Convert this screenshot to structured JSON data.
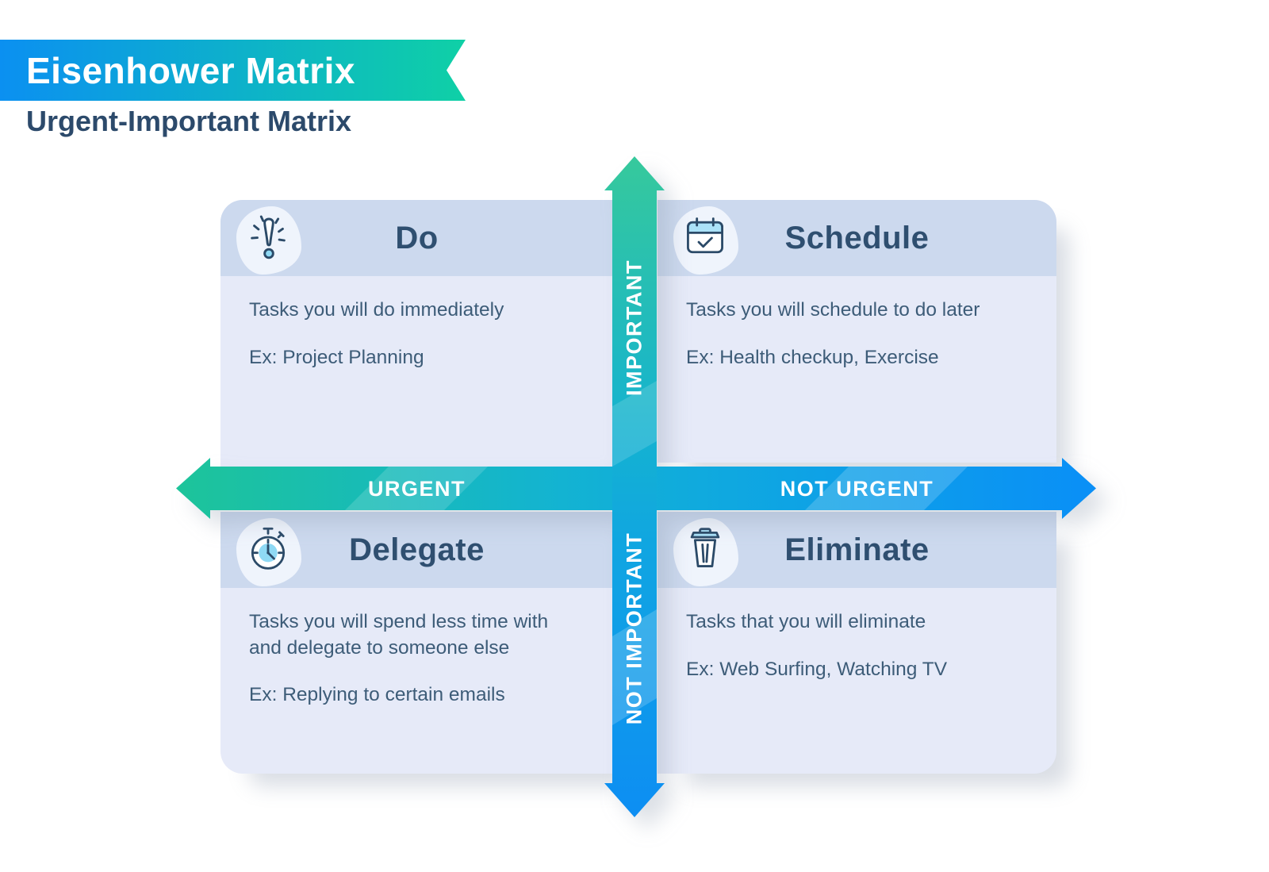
{
  "header": {
    "title": "Eisenhower Matrix",
    "subtitle": "Urgent-Important Matrix"
  },
  "axes": {
    "vertical_top": "IMPORTANT",
    "vertical_bottom": "NOT IMPORTANT",
    "horizontal_left": "URGENT",
    "horizontal_right": "NOT URGENT"
  },
  "quadrants": [
    {
      "id": "do",
      "title": "Do",
      "icon": "exclamation-icon",
      "description": "Tasks you will do immediately",
      "example": "Ex: Project Planning"
    },
    {
      "id": "schedule",
      "title": "Schedule",
      "icon": "calendar-icon",
      "description": "Tasks you will schedule to do later",
      "example": "Ex: Health checkup, Exercise"
    },
    {
      "id": "delegate",
      "title": "Delegate",
      "icon": "stopwatch-icon",
      "description": "Tasks you will spend less time with and delegate to someone else",
      "example": "Ex: Replying to certain emails"
    },
    {
      "id": "eliminate",
      "title": "Eliminate",
      "icon": "trash-icon",
      "description": "Tasks that you will eliminate",
      "example": "Ex: Web Surfing, Watching TV"
    }
  ],
  "colors": {
    "banner_gradient_start": "#0b90f1",
    "banner_gradient_end": "#0fd0a6",
    "arrow_green": "#1dc49a",
    "arrow_cyan": "#13b3d2",
    "arrow_blue": "#0a8ff7",
    "card_header_bg": "#ccd9ee",
    "card_body_bg": "#e6eaf8",
    "title_text": "#2f4f70",
    "body_text": "#3d5c78",
    "icon_stroke": "#2b4a68",
    "icon_fill_blue": "#8fd9f4"
  }
}
